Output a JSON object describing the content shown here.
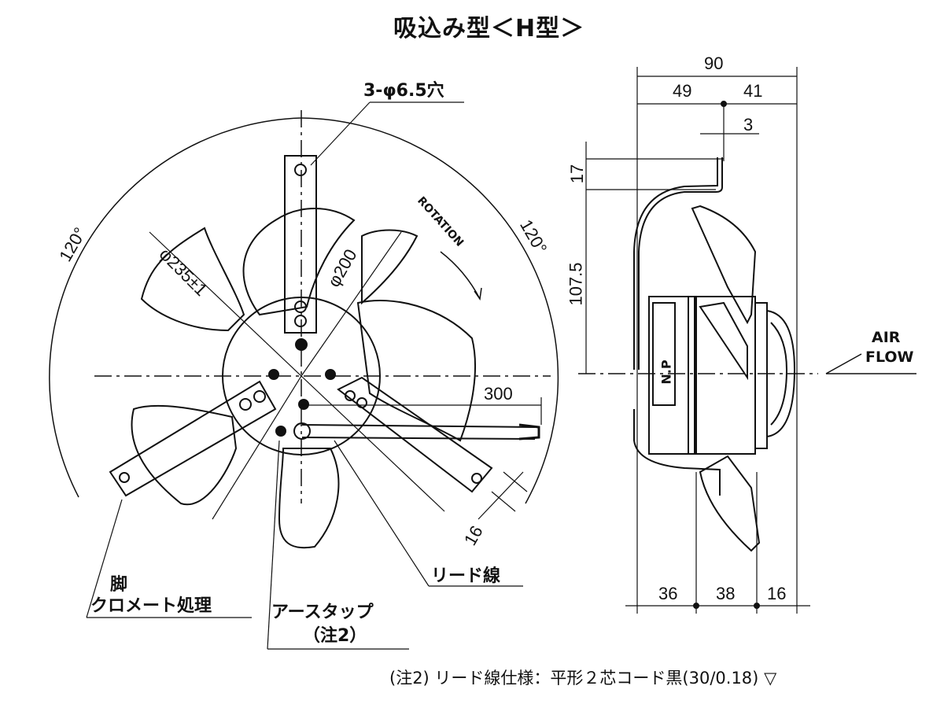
{
  "title": "吸込み型＜H型＞",
  "front_view": {
    "hole_label": "3-φ6.5穴",
    "angle_left": "120°",
    "angle_right": "120°",
    "rotation_label": "ROTATION",
    "dia_outer": "φ235±1",
    "dia_inner": "φ200",
    "lead_length": "300",
    "leg_width": "16",
    "leg_label": "脚",
    "leg_finish": "クロメート処理",
    "earth_tap": "アースタップ",
    "earth_tap_note": "（注2）",
    "lead_wire": "リード線"
  },
  "side_view": {
    "total_width": "90",
    "width_left": "49",
    "width_right": "41",
    "bracket_thickness": "3",
    "bracket_height": "17",
    "center_height": "107.5",
    "bottom_dims": [
      "36",
      "38",
      "16"
    ],
    "airflow_line1": "AIR",
    "airflow_line2": "FLOW",
    "nameplate": "N.P"
  },
  "note": "(注2)  リード線仕様：平形２芯コード黒(30/0.18)",
  "note_symbol": "▽"
}
